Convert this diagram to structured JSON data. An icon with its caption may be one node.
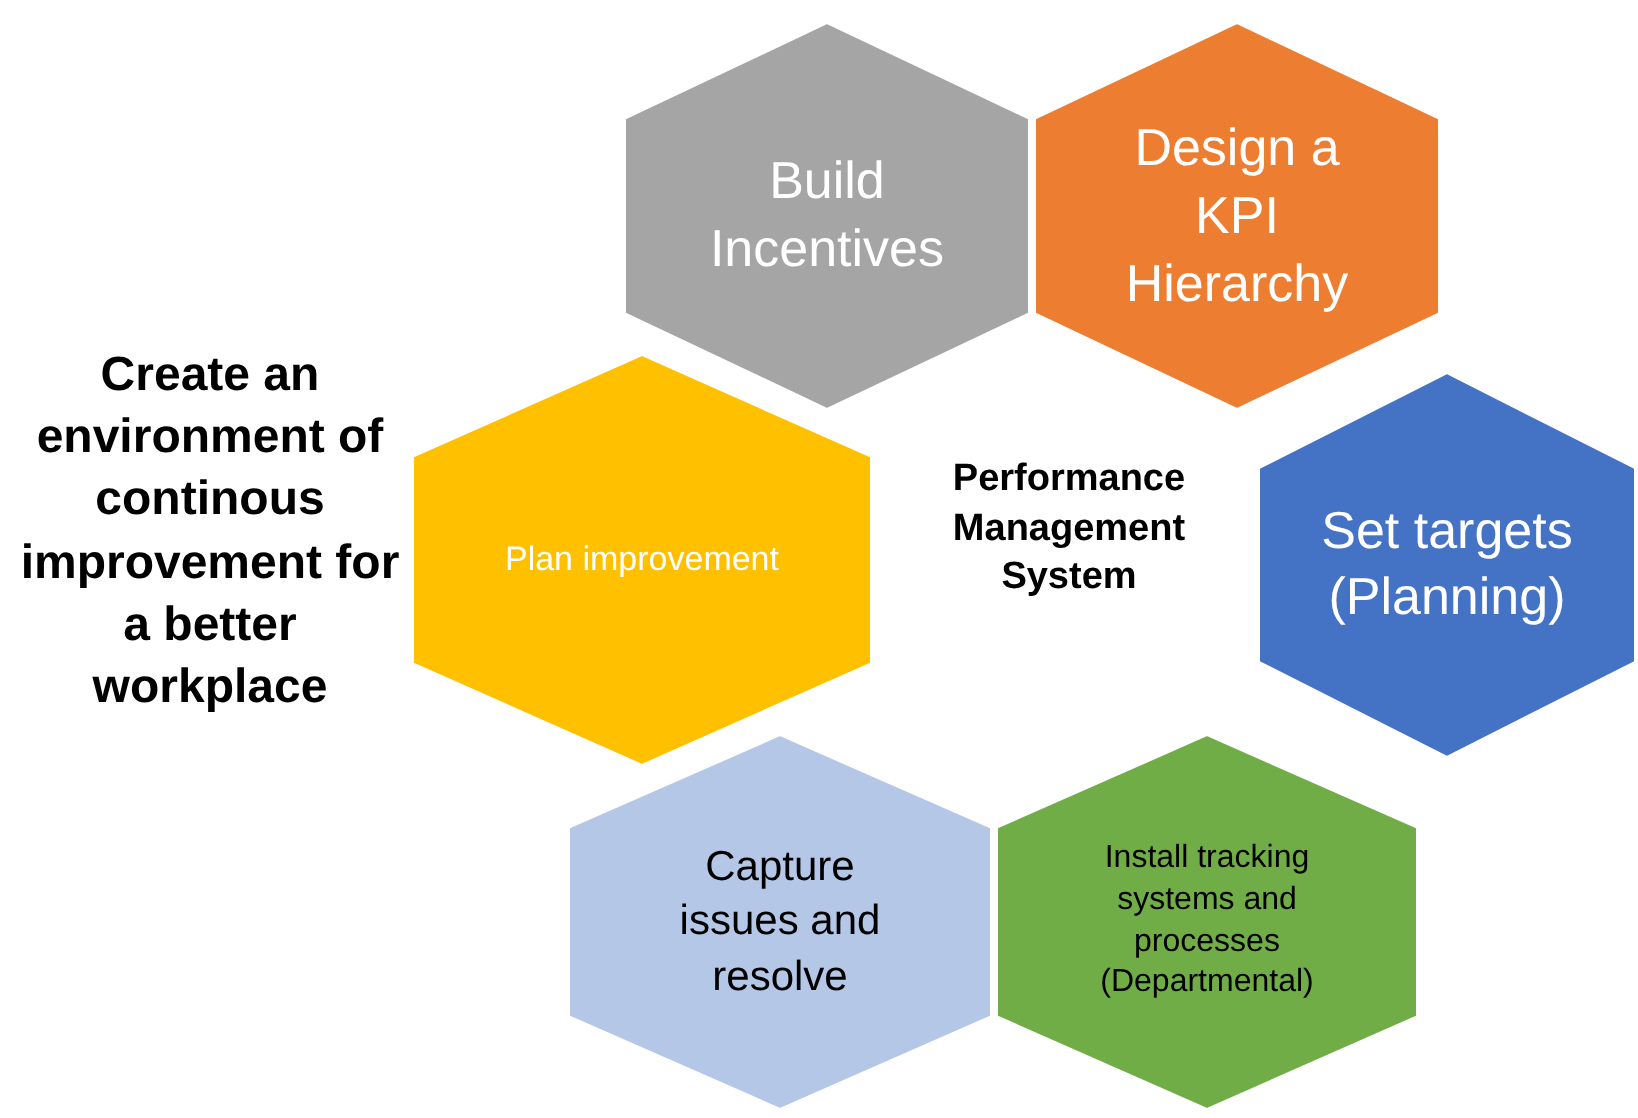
{
  "diagram": {
    "nodes": [
      {
        "text": [
          "Build Incentives"
        ]
      },
      {
        "text": [
          "Design a KPI Hierarchy"
        ]
      },
      {
        "text": [
          "Plan improvement"
        ]
      },
      {
        "text": [
          "Set targets (Planning)"
        ]
      },
      {
        "text": [
          "Capture issues and resolve"
        ]
      },
      {
        "text": [
          "Install tracking systems and processes (Departmental)"
        ]
      }
    ],
    "edges": [],
    "labels": [
      "Create an environment of continous improvement for a better workplace",
      "Performance Management System"
    ]
  }
}
